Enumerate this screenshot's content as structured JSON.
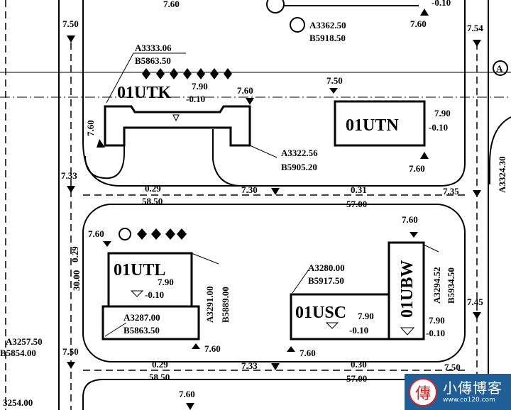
{
  "labels": {
    "elev_top": "7.60",
    "coord_top_a": "A3362.50",
    "coord_top_b": "B5918.50",
    "elev_top_right": "7.60",
    "elev_top_right_diff": "-0.10",
    "road_left_1": "7.50",
    "road_right_1": "7.54",
    "utk_coord_a": "A3333.06",
    "utk_coord_b": "B5863.50",
    "utk_name": "01UTK",
    "utk_elev": "7.90",
    "utk_diff": "-0.10",
    "utk_elev_right": "7.60",
    "utk_elev_left": "7.60",
    "utk_coord2_a": "A3322.56",
    "utk_coord2_b": "B5905.20",
    "utn_elev_top": "7.50",
    "utn_name": "01UTN",
    "utn_elev": "7.90",
    "utn_diff": "-0.10",
    "utn_elev_bottom": "7.60",
    "road_elev_left": "7.33",
    "road_slope_1": "0.29",
    "road_len_1": "58.50",
    "road_elev_mid": "7.30",
    "road_slope_2": "0.31",
    "road_len_2": "57.00",
    "road_elev_right": "7.35",
    "right_edge_coord": "A3324.30",
    "utl_elev_marker": "7.60",
    "utl_name": "01UTL",
    "utl_elev": "7.90",
    "utl_diff": "-0.10",
    "utl_coord_a": "A3287.00",
    "utl_coord_b": "B5863.50",
    "utl_coord2_a": "A3291.00",
    "utl_coord2_b": "B5889.00",
    "utl_elev_bottom": "7.60",
    "left_road_slope": "0.29",
    "left_road_len": "30.00",
    "ubw_elev_top": "7.60",
    "usc_coord_a": "A3280.00",
    "usc_coord_b": "B5917.50",
    "usc_name": "01USC",
    "usc_elev": "7.90",
    "usc_diff": "-0.10",
    "ubw_name": "01UBW",
    "ubw_coord_a": "A3294.52",
    "ubw_coord_b": "B5934.50",
    "ubw_elev": "7.90",
    "ubw_diff": "-0.10",
    "right_road_elev": "7.45",
    "usc_elev_bottom": "7.60",
    "left_coord_a": "A3257.50",
    "left_coord_b": "B5854.00",
    "road2_elev_left": "7.50",
    "road2_slope_1": "0.29",
    "road2_len_1": "58.50",
    "road2_elev_mid": "7.33",
    "road2_slope_2": "0.30",
    "road2_len_2": "57.00",
    "road2_elev_right": "7.50",
    "bottom_elev": "7.60",
    "bottom_left_coord": "3254.00",
    "grid_marker": "A"
  },
  "watermark": {
    "seal": "傳",
    "title": "小傳博客",
    "url": "www.co120.com"
  }
}
